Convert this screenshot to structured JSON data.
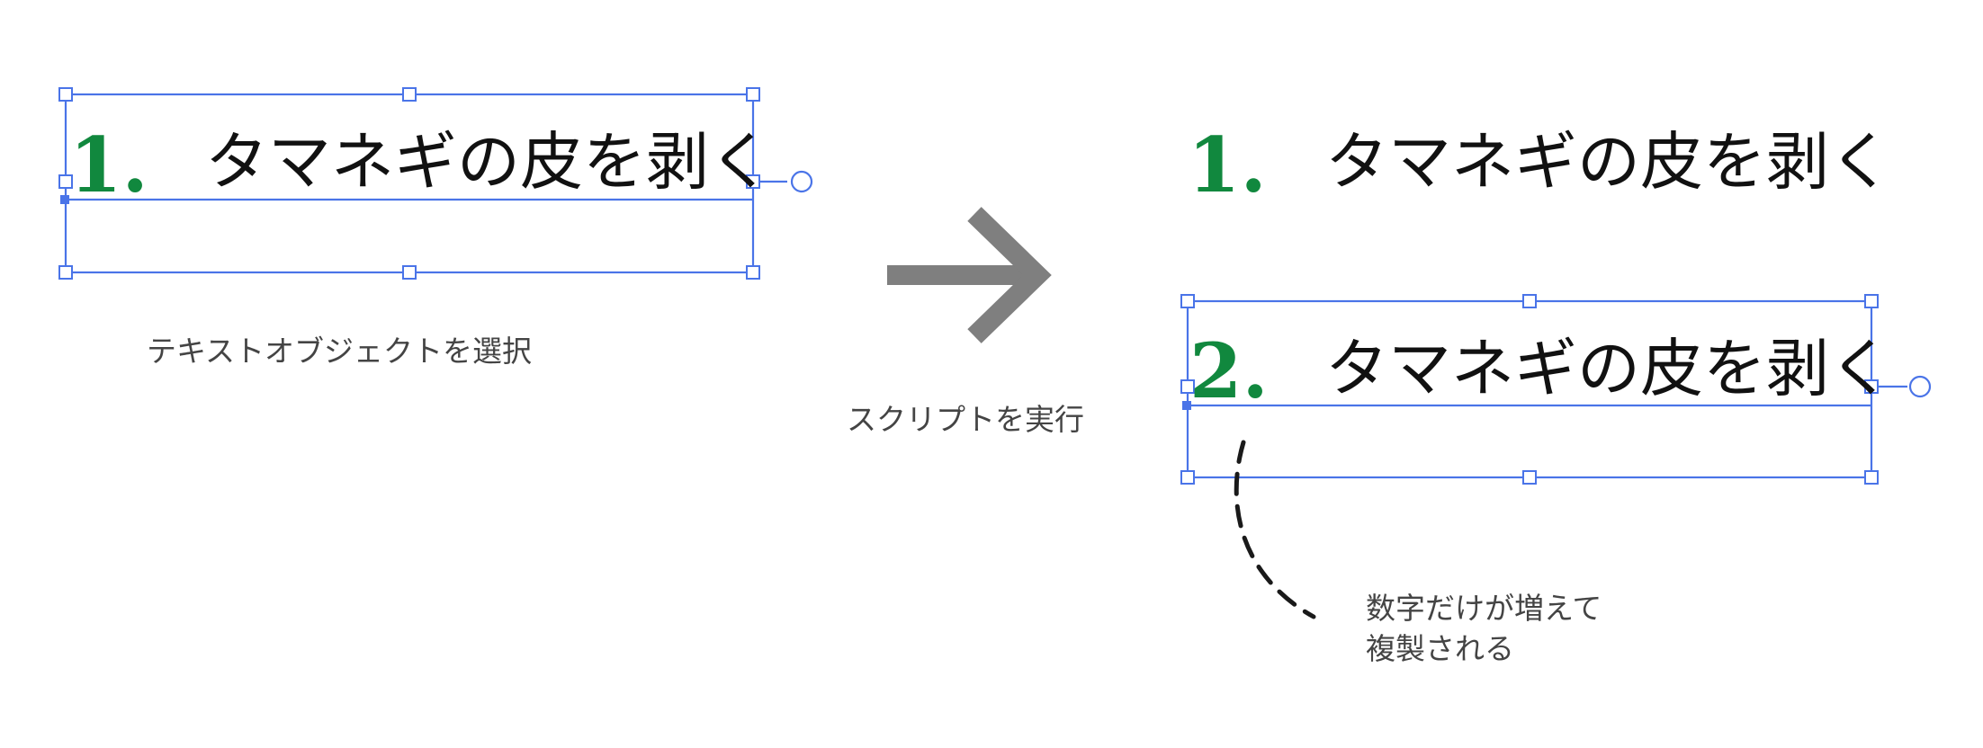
{
  "before": {
    "number": "1.",
    "text": "タマネギの皮を剥く",
    "caption": "テキストオブジェクトを選択"
  },
  "action": {
    "caption": "スクリプトを実行",
    "arrow_icon": "arrow-right-icon"
  },
  "after": {
    "original_number": "1.",
    "original_text": "タマネギの皮を剥く",
    "duplicate_number": "2.",
    "duplicate_text": "タマネギの皮を剥く",
    "note_line1": "数字だけが増えて",
    "note_line2": "複製される"
  },
  "colors": {
    "selection": "#4a74e8",
    "number": "#11883e",
    "arrow": "#7f7f7f",
    "text": "#111111",
    "caption": "#444444"
  }
}
